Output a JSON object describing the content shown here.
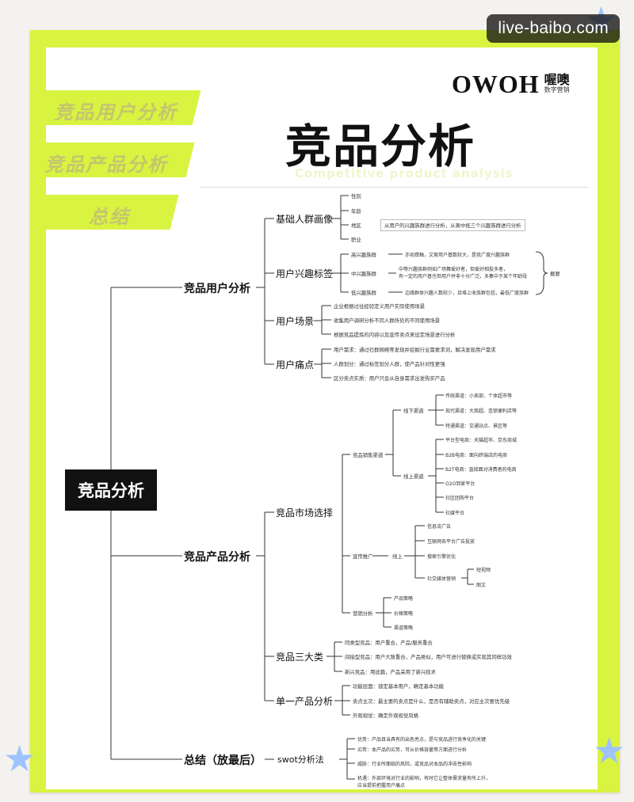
{
  "watermark": "live-baibo.com",
  "brand": {
    "name": "OWOH",
    "cn": "喔噢",
    "sub": "数字营销"
  },
  "title": "竞品分析",
  "subtitle_en": "Competitive product analysis",
  "side_tabs": [
    "竞品用户分析",
    "竞品产品分析",
    "总结"
  ],
  "colors": {
    "accent": "#d9f341",
    "root_bg": "#111111",
    "line": "#333333"
  },
  "mindmap": {
    "root": "竞品分析",
    "user": {
      "label": "竞品用户分析",
      "portrait": {
        "label": "基础人群画像",
        "items": [
          "性别",
          "年龄",
          "地区",
          "职业"
        ],
        "note": "从用户的兴趣族群进行分析，从离中抵三个兴趣族群进行分析"
      },
      "interest": {
        "label": "用户兴趣标签",
        "groups": [
          {
            "name": "高兴趣族群",
            "desc": "亦如撰稿，文案用户基数较大，是我广度兴趣族群"
          },
          {
            "name": "中兴趣族群",
            "desc": "中等兴趣族群例如广场舞爱好者，但爱好相投多者，",
            "desc2": "有一定的用户基也但用户并非十分广泛，多集中于某个年龄段"
          },
          {
            "name": "低兴趣族群",
            "desc": "边缘群体兴趣人数较少，且难上收族群包括，最低广度族群"
          }
        ],
        "summary": "概要"
      },
      "scene": {
        "label": "用户场景",
        "items": [
          "企业根据过往经验定义用户实际使用场景",
          "收集用户调研分析不同人群所处的不同使用场景",
          "根据竞品提炼的内容以及宣传卖点来设定场景进行分析"
        ]
      },
      "pain": {
        "label": "用户痛点",
        "items": [
          "用户需求：通过社群网络等发现并挖掘行业需要求词，解决发现用户需求",
          "人群划分：通过标签划分人群，使产品针对性更强",
          "区分卖点实质：用户只会从自身需求出发购买产品"
        ]
      }
    },
    "product": {
      "label": "竞品产品分析",
      "market": {
        "label": "竞品市场选择",
        "channels": {
          "label": "竞品销售渠道",
          "offline": {
            "label": "线下渠道",
            "items": [
              "传统渠道：小卖部、个体超市等",
              "现代渠道：大商超、连锁便利店等",
              "特通渠道：交通站点、景区等"
            ]
          },
          "online": {
            "label": "线上渠道",
            "items": [
              "平台型电商：天猫超市、京东商城",
              "B2B电商：面向终端店的电商",
              "B2T电商：直接面对消费者的电商",
              "O2O到家平台",
              "社区团购平台",
              "社媒平台"
            ]
          }
        },
        "promo": {
          "label": "宣传推广",
          "online_label": "线上",
          "items": [
            "信息流广告",
            "互联网各平台广告投放",
            "搜索引擎优化"
          ],
          "social": {
            "label": "社交媒体营销",
            "items": [
              "短视频",
              "图文"
            ]
          }
        },
        "marketing": {
          "label": "营销分析",
          "items": [
            "产品策略",
            "价格策略",
            "渠道策略"
          ]
        }
      },
      "three": {
        "label": "竞品三大类",
        "items": [
          "同类型竞品：用户重合，产品/服务重合",
          "间接型竞品：用户大致重合，产品类似，用户可进行替换或实现其同样功效",
          "新兴竞品：用途篇，产品采用了新兴技术"
        ]
      },
      "single": {
        "label": "单一产品分析",
        "items": [
          "功能层面：锁定基本用户，确定基本功能",
          "卖点主次：最主要的卖点是什么，是否有辅助卖点，对应主次要优先级",
          "外观视觉：确定外观视觉风格"
        ]
      }
    },
    "summary": {
      "label": "总结（放最后）",
      "swot": {
        "label": "swot分析法",
        "items": [
          "优势：产品目当具有的出色亮点，是与竞品进行竞争化的关键",
          "劣势：本产品的劣势，可从价格容量等方面进行分析",
          "威胁：行业所面临的风险，或竞品对本品的冲击性影响",
          "机遇：外部环境对行业的影响，有时它让整体需求量有所上升，"
        ],
        "extra": "应当提前把握用户痛点"
      }
    }
  }
}
